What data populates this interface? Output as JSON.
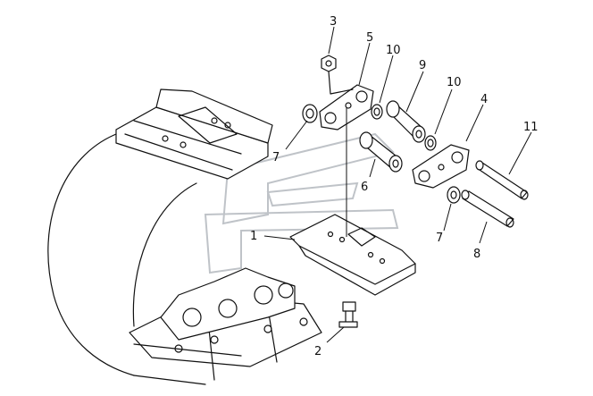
{
  "diagram": {
    "callouts": [
      {
        "id": "c1",
        "label": "1"
      },
      {
        "id": "c2",
        "label": "2"
      },
      {
        "id": "c3",
        "label": "3"
      },
      {
        "id": "c4",
        "label": "4"
      },
      {
        "id": "c5",
        "label": "5"
      },
      {
        "id": "c6",
        "label": "6"
      },
      {
        "id": "c7a",
        "label": "7"
      },
      {
        "id": "c7b",
        "label": "7"
      },
      {
        "id": "c8",
        "label": "8"
      },
      {
        "id": "c9",
        "label": "9"
      },
      {
        "id": "c10a",
        "label": "10"
      },
      {
        "id": "c10b",
        "label": "10"
      },
      {
        "id": "c11",
        "label": "11"
      }
    ],
    "colors": {
      "line": "#111111",
      "watermark": "#bfc3c8",
      "background": "#ffffff"
    }
  }
}
